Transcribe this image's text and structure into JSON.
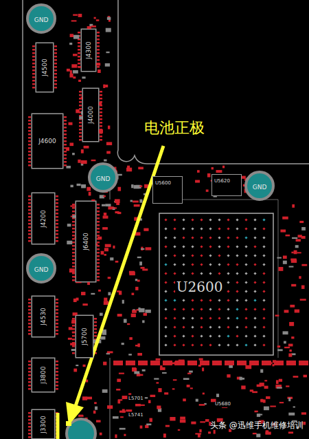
{
  "diagram": {
    "nodes": [
      {
        "text": [
          "GND"
        ]
      },
      {
        "text": [
          "J4300"
        ]
      },
      {
        "text": [
          "J4500"
        ]
      },
      {
        "text": [
          "J4000"
        ]
      },
      {
        "text": [
          "J4600"
        ]
      },
      {
        "text": [
          "GND"
        ]
      },
      {
        "text": [
          "U5600"
        ]
      },
      {
        "text": [
          "U5620"
        ]
      },
      {
        "text": [
          "GND"
        ]
      },
      {
        "text": [
          "J4200"
        ]
      },
      {
        "text": [
          "J6400"
        ]
      },
      {
        "text": [
          "U2600"
        ]
      },
      {
        "text": [
          "GND"
        ]
      },
      {
        "text": [
          "J4530"
        ]
      },
      {
        "text": [
          "J5700"
        ]
      },
      {
        "text": [
          "J3800"
        ]
      },
      {
        "text": [
          "J3300"
        ]
      }
    ],
    "labels": [
      "电池正极",
      "L5701",
      "L5741",
      "U5680",
      "头条 @迅维手机维修培训"
    ]
  }
}
